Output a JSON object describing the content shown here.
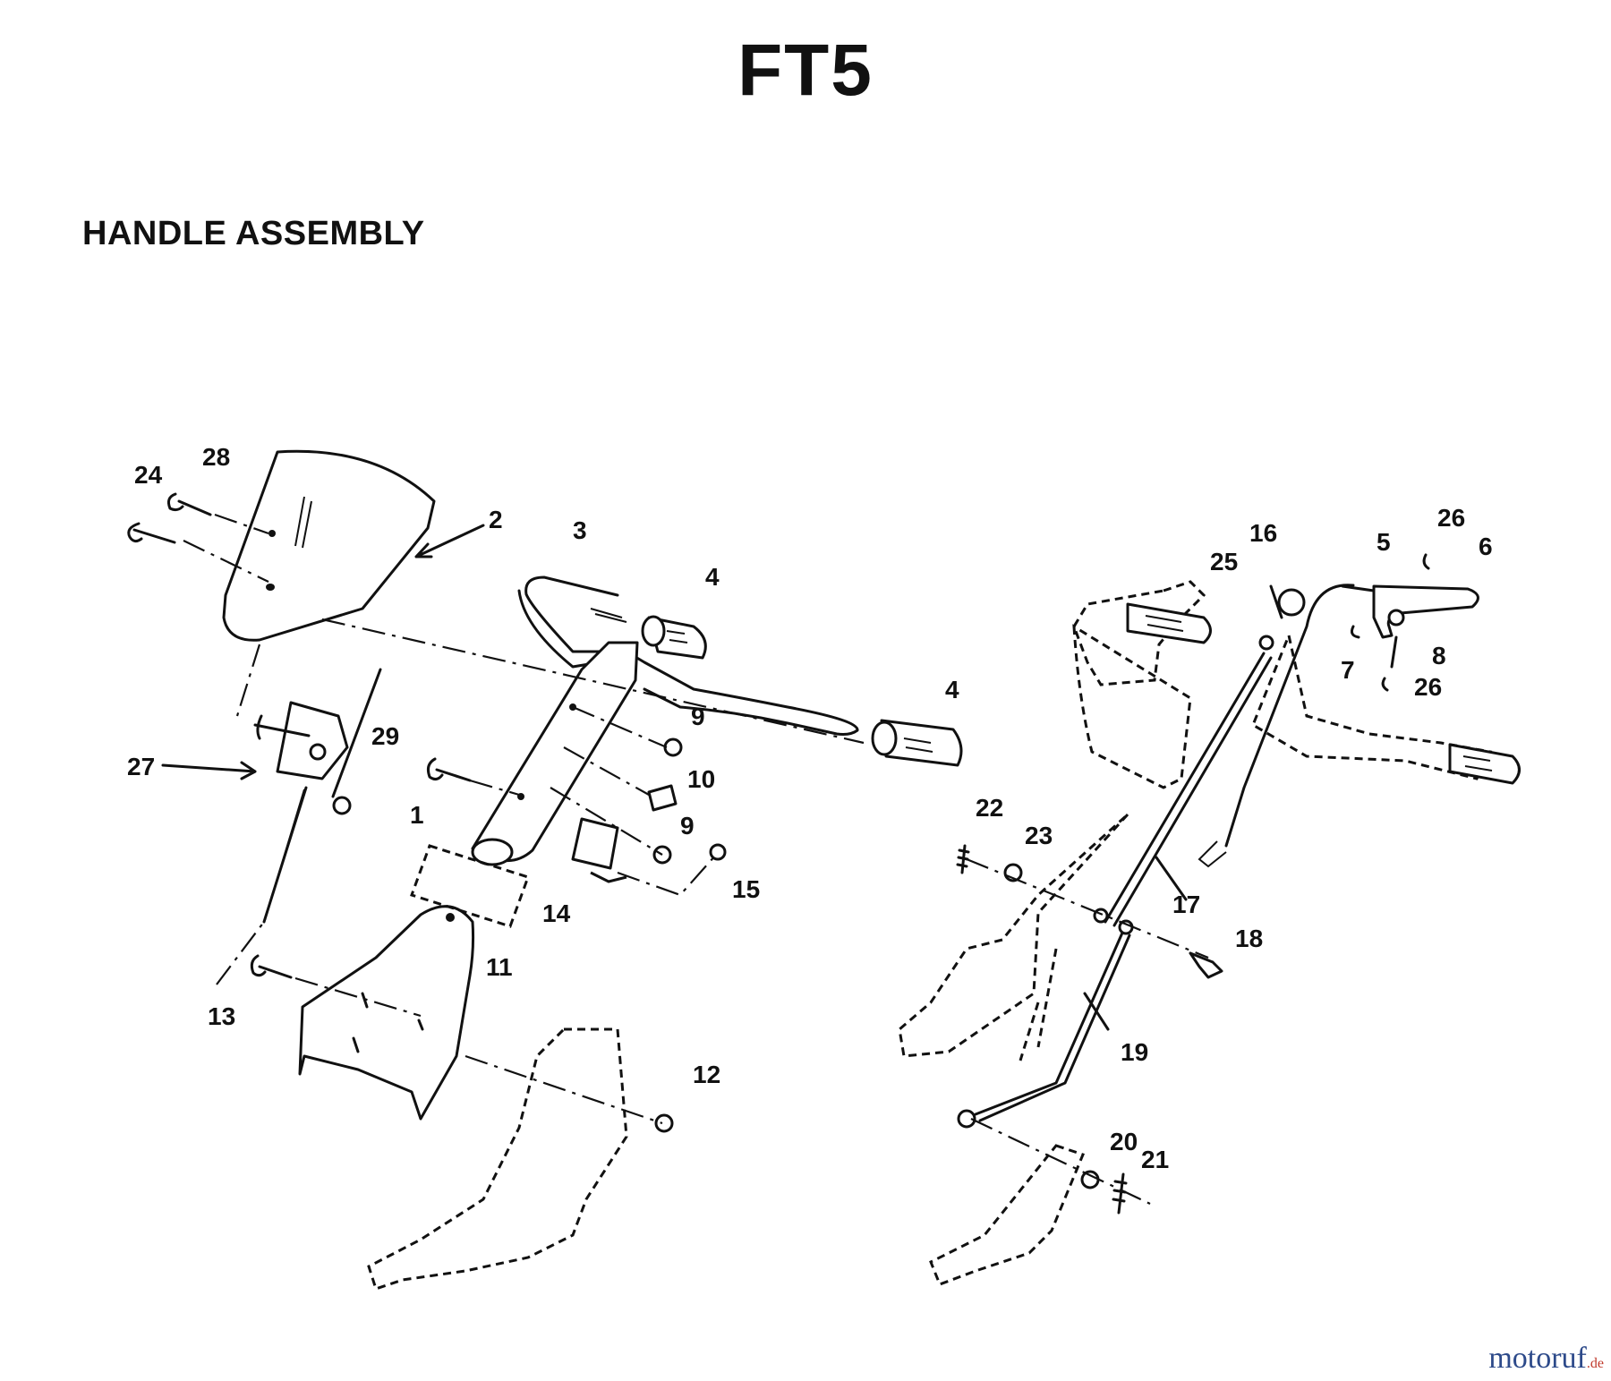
{
  "header": {
    "code": "FT5",
    "section_title": "HANDLE ASSEMBLY"
  },
  "callouts": {
    "c1": "1",
    "c2": "2",
    "c3": "3",
    "c4a": "4",
    "c4b": "4",
    "c5": "5",
    "c6": "6",
    "c7": "7",
    "c8": "8",
    "c9a": "9",
    "c9b": "9",
    "c10": "10",
    "c11": "11",
    "c12": "12",
    "c13": "13",
    "c14": "14",
    "c15": "15",
    "c16": "16",
    "c17": "17",
    "c18": "18",
    "c19": "19",
    "c20": "20",
    "c21": "21",
    "c22": "22",
    "c23": "23",
    "c24": "24",
    "c25": "25",
    "c26a": "26",
    "c26b": "26",
    "c27": "27",
    "c28": "28",
    "c29": "29"
  },
  "watermark": {
    "text": "motoruf",
    "suffix": ".de"
  }
}
